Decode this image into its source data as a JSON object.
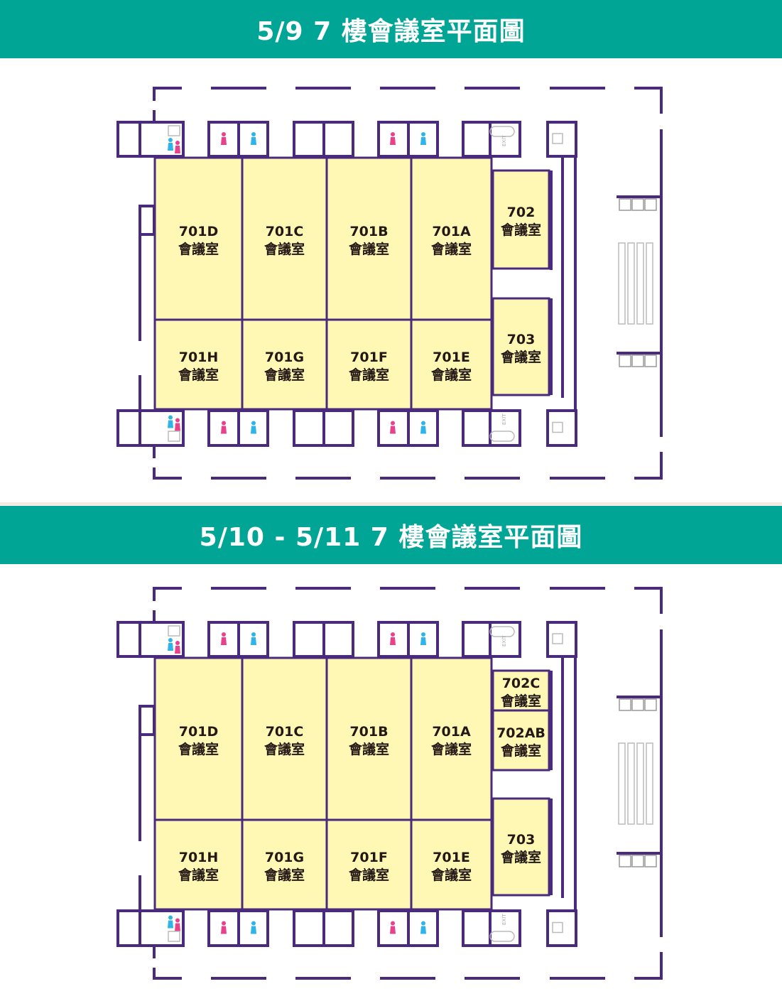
{
  "plans": [
    {
      "title": "5/9  7 樓會議室平面圖",
      "rooms": [
        {
          "id": "701D",
          "suffix": "會議室"
        },
        {
          "id": "701C",
          "suffix": "會議室"
        },
        {
          "id": "701B",
          "suffix": "會議室"
        },
        {
          "id": "701A",
          "suffix": "會議室"
        },
        {
          "id": "701H",
          "suffix": "會議室"
        },
        {
          "id": "701G",
          "suffix": "會議室"
        },
        {
          "id": "701F",
          "suffix": "會議室"
        },
        {
          "id": "701E",
          "suffix": "會議室"
        },
        {
          "id": "702",
          "suffix": "會議室"
        },
        {
          "id": "703",
          "suffix": "會議室"
        }
      ]
    },
    {
      "title": "5/10 - 5/11   7 樓會議室平面圖",
      "rooms": [
        {
          "id": "701D",
          "suffix": "會議室"
        },
        {
          "id": "701C",
          "suffix": "會議室"
        },
        {
          "id": "701B",
          "suffix": "會議室"
        },
        {
          "id": "701A",
          "suffix": "會議室"
        },
        {
          "id": "701H",
          "suffix": "會議室"
        },
        {
          "id": "701G",
          "suffix": "會議室"
        },
        {
          "id": "701F",
          "suffix": "會議室"
        },
        {
          "id": "701E",
          "suffix": "會議室"
        },
        {
          "id": "702C",
          "suffix": "會議室"
        },
        {
          "id": "702AB",
          "suffix": "會議室"
        },
        {
          "id": "703",
          "suffix": "會議室"
        }
      ]
    }
  ],
  "exit_label": "EXIT",
  "colors": {
    "header": "#00a596",
    "wall": "#4a2a7c",
    "room": "#fef8b4",
    "text": "#231815",
    "female": "#e8428c",
    "male": "#2eb4e8"
  }
}
